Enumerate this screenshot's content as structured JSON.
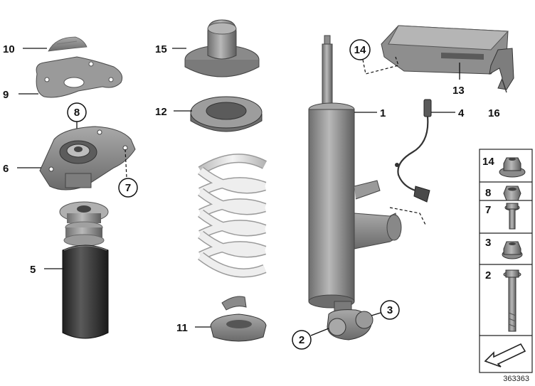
{
  "callouts": {
    "c1": "1",
    "c2": "2",
    "c3": "3",
    "c4": "4",
    "c5": "5",
    "c6": "6",
    "c7": "7",
    "c8": "8",
    "c9": "9",
    "c10": "10",
    "c11": "11",
    "c12": "12",
    "c13": "13",
    "c14": "14",
    "c15": "15",
    "c16": "16"
  },
  "side_panel": {
    "items": [
      {
        "label": "14"
      },
      {
        "label": "8"
      },
      {
        "label": "7"
      },
      {
        "label": "3"
      },
      {
        "label": "2"
      }
    ]
  },
  "diagram_ref": "363363",
  "colors": {
    "part_gray": "#8c8c8c",
    "part_dark": "#3a3a3a",
    "spring_light": "#e6e6e6",
    "line": "#111111"
  }
}
